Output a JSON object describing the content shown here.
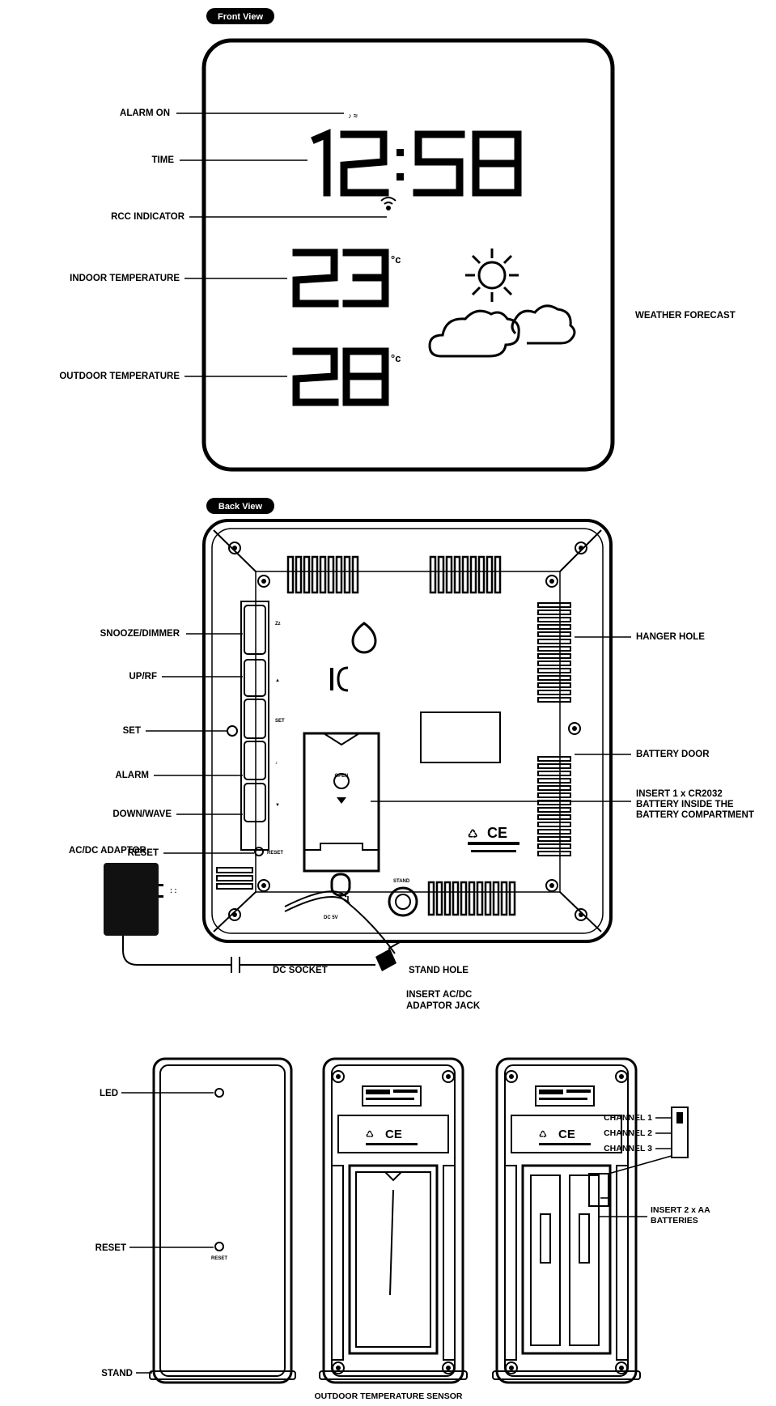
{
  "front_view": {
    "title": "Front View",
    "time": "12:58",
    "indoor_temp": "23",
    "outdoor_temp": "28",
    "labels": {
      "alarm_on": "ALARM ON",
      "time": "TIME",
      "rcc_indicator": "RCC INDICATOR",
      "indoor_temperature": "INDOOR TEMPERATURE",
      "outdoor_temperature": "OUTDOOR TEMPERATURE",
      "weather_forecast": "WEATHER FORECAST"
    }
  },
  "back_view": {
    "title": "Back View",
    "labels": {
      "snooze_dimmer": "SNOOZE/DIMMER",
      "up_rf": "UP/RF",
      "set": "SET",
      "alarm": "ALARM",
      "down_wave": "DOWN/WAVE",
      "reset": "RESET",
      "ac_dc_adaptor": "AC/DC ADAPTOR",
      "hanger_hole": "HANGER HOLE",
      "battery_door": "BATTERY DOOR",
      "insert_battery_line1": "INSERT 1 x CR2032",
      "insert_battery_line2": "BATTERY INSIDE THE",
      "insert_battery_line3": "BATTERY COMPARTMENT",
      "dc_socket": "DC SOCKET",
      "stand_hole": "STAND HOLE",
      "insert_jack_line1": "INSERT AC/DC",
      "insert_jack_line2": "ADAPTOR JACK"
    }
  },
  "sensor": {
    "caption": "OUTDOOR TEMPERATURE SENSOR",
    "labels": {
      "led": "LED",
      "reset": "RESET",
      "stand": "STAND",
      "channel_1": "CHANNEL 1",
      "channel_2": "CHANNEL 2",
      "channel_3": "CHANNEL 3",
      "insert_batteries_line1": "INSERT 2 x AA",
      "insert_batteries_line2": "BATTERIES"
    }
  }
}
